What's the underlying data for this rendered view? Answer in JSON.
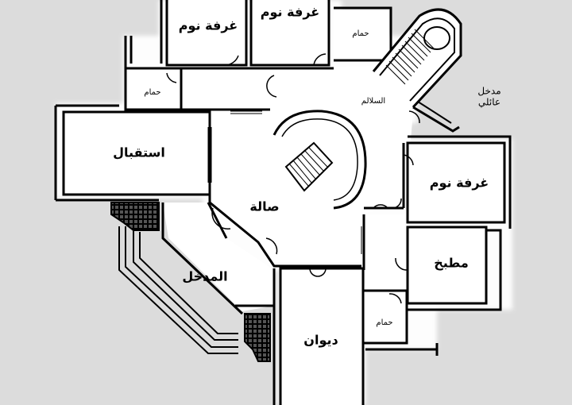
{
  "rooms": {
    "bedroom_top_left": "غرفة نوم",
    "bedroom_top_center": "غرفة نوم",
    "bath_top_right": "حمام",
    "bath_left": "حمام",
    "stairs": "السلالم",
    "family_entrance_line1": "مدخل",
    "family_entrance_line2": "عائلي",
    "reception": "استقبال",
    "hall": "صالة",
    "bedroom_right": "غرفة نوم",
    "kitchen": "مطبخ",
    "entrance": "المدخل",
    "diwan": "ديوان",
    "bath_bottom": "حمام"
  },
  "colors": {
    "background": "#dcdcdc",
    "room_fill": "#ffffff",
    "wall": "#000000",
    "hatch": "#000000"
  }
}
